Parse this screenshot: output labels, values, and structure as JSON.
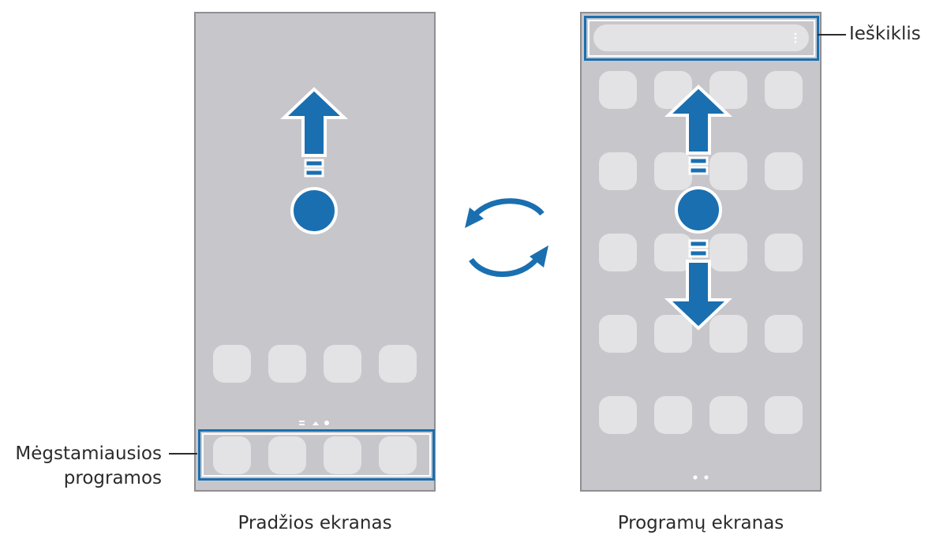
{
  "home_screen": {
    "caption": "Pradžios ekranas",
    "favorites_label_line1": "Mėgstamiausios",
    "favorites_label_line2": "programos"
  },
  "apps_screen": {
    "caption": "Programų ekranas",
    "finder_label": "Ieškiklis"
  },
  "colors": {
    "screen_bg": "#c7c7cb",
    "app_icon": "#e3e3e5",
    "accent_blue": "#1a6fb0"
  },
  "icons": [
    "swipe-up-arrow",
    "swipe-down-arrow",
    "switch-cycle-arrows",
    "more-options-icon"
  ]
}
